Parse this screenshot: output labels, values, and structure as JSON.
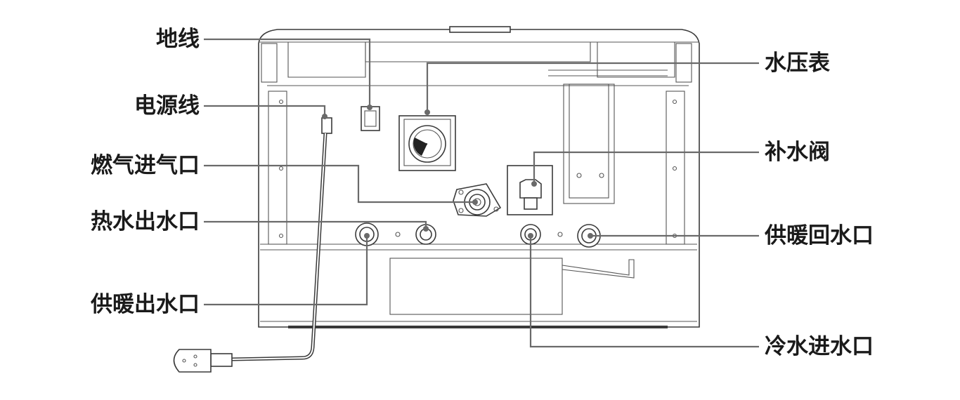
{
  "labels": {
    "ground_wire": "地线",
    "power_cord": "电源线",
    "gas_inlet": "燃气进气口",
    "hot_water_outlet": "热水出水口",
    "heating_outlet": "供暖出水口",
    "pressure_gauge": "水压表",
    "refill_valve": "补水阀",
    "heating_return": "供暖回水口",
    "cold_water_inlet": "冷水进水口"
  },
  "colors": {
    "leader_line": "#6a6a6a",
    "outline": "#3a3a3a",
    "label_text": "#1a1a1a"
  }
}
